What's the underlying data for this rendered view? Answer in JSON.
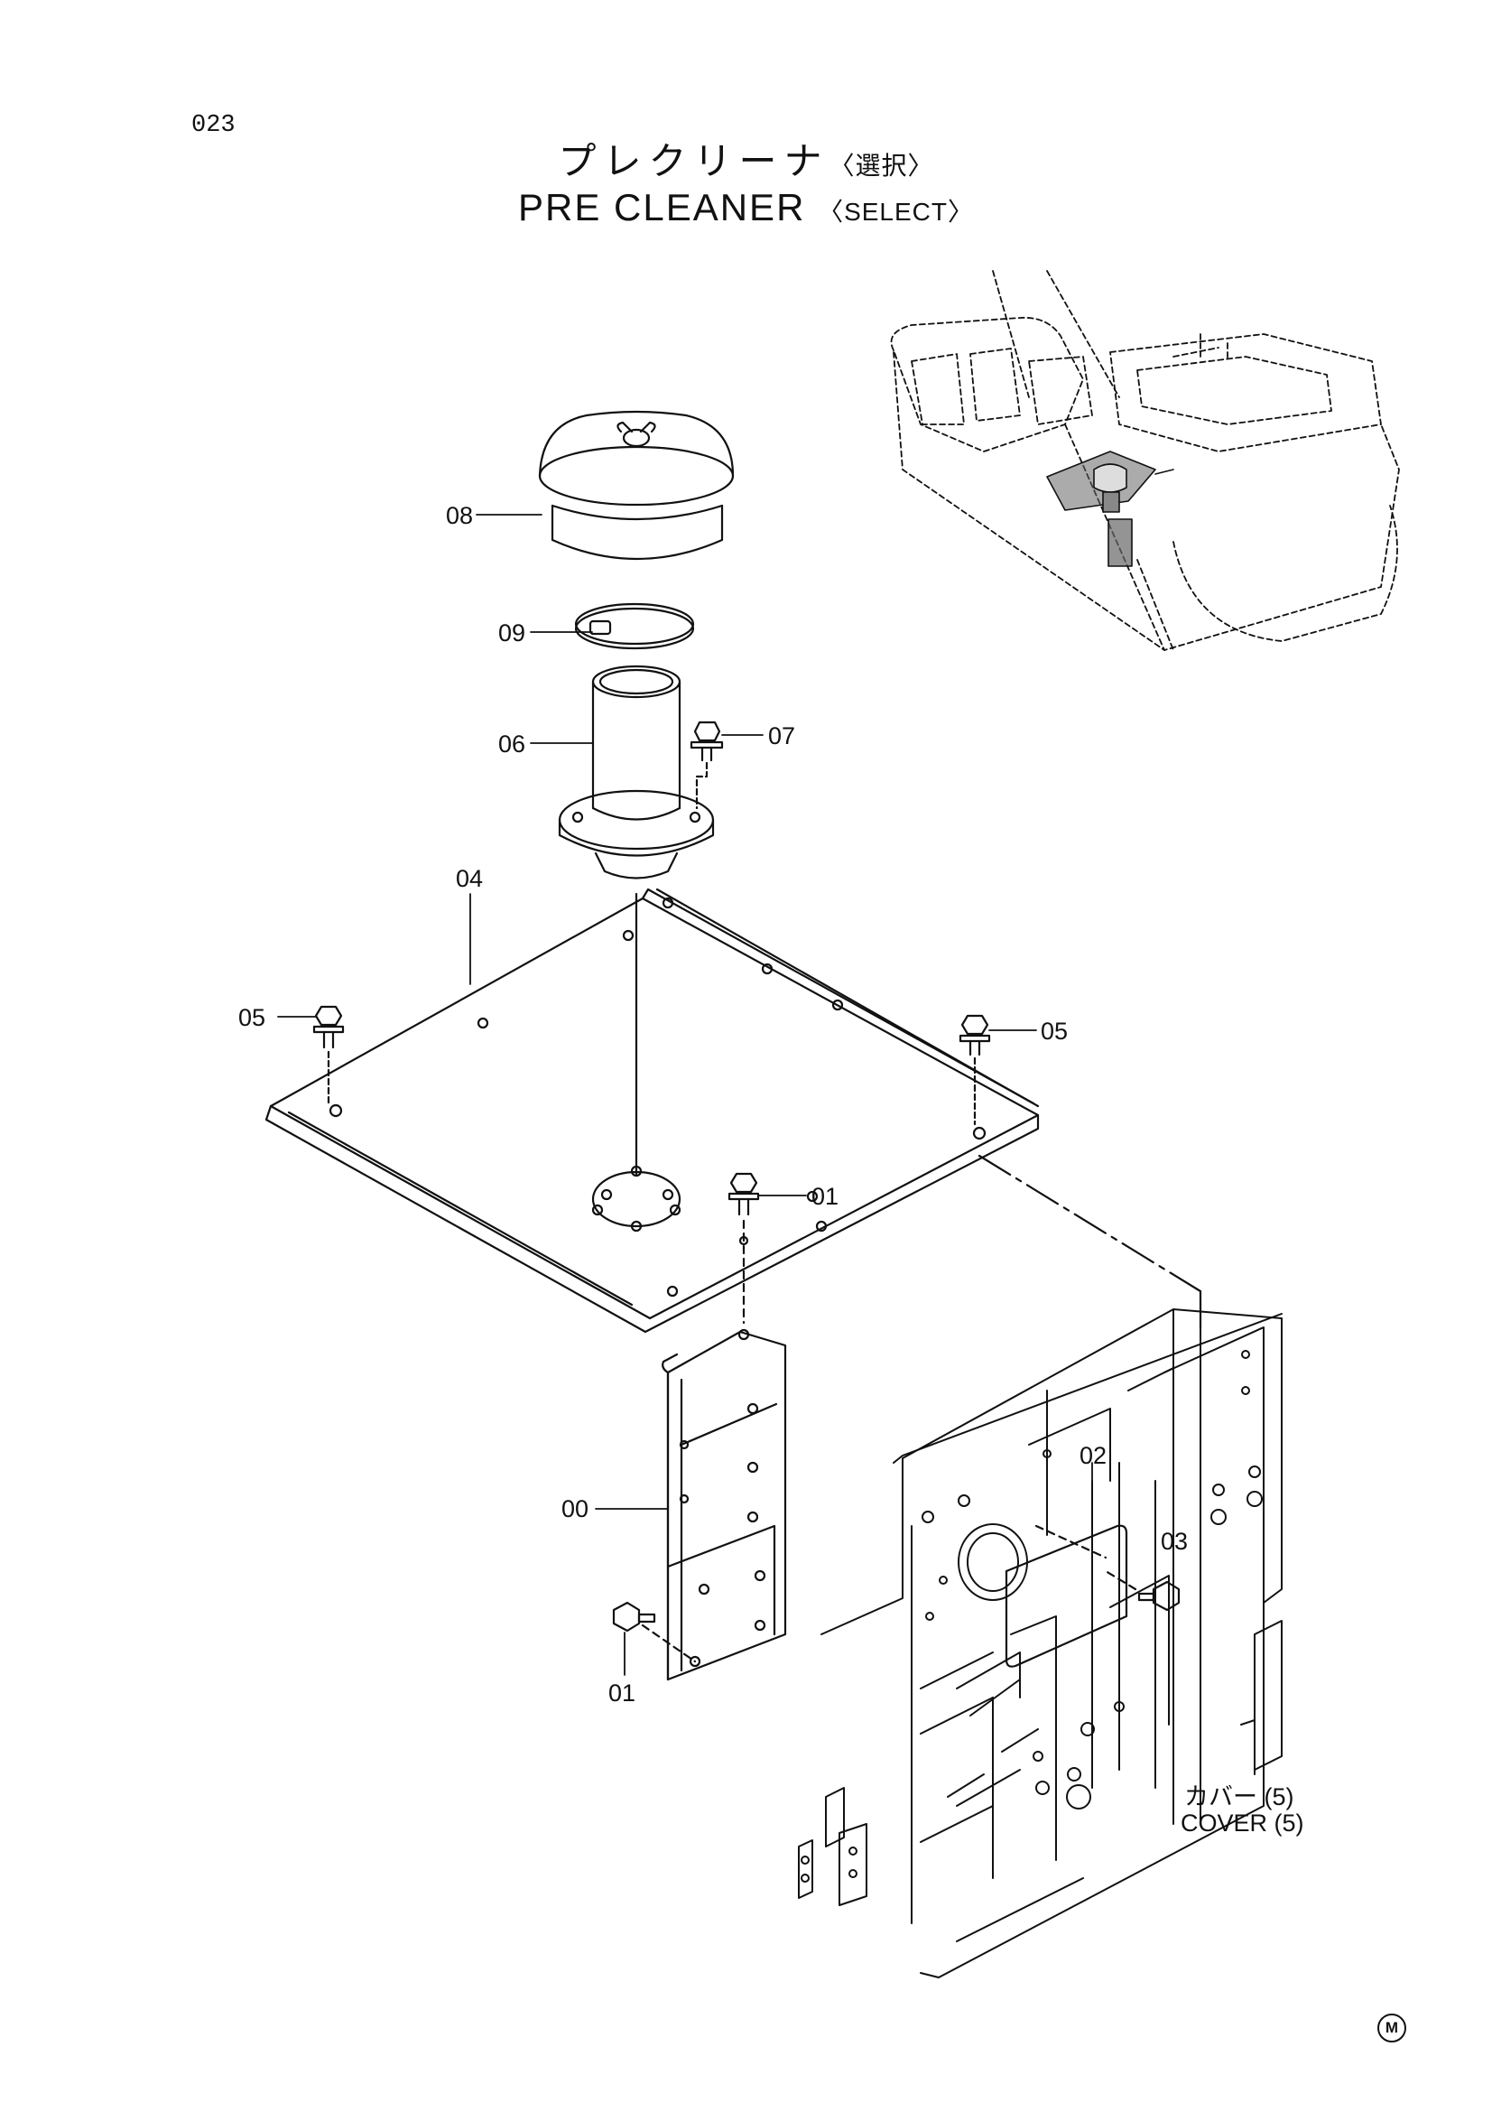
{
  "page": {
    "number": "023"
  },
  "title": {
    "jp": "プレクリーナ",
    "jp_note": "〈選択〉",
    "en": "PRE CLEANER",
    "en_note": "〈SELECT〉"
  },
  "callouts": [
    {
      "id": "c08",
      "label": "08"
    },
    {
      "id": "c09",
      "label": "09"
    },
    {
      "id": "c06",
      "label": "06"
    },
    {
      "id": "c07",
      "label": "07"
    },
    {
      "id": "c04",
      "label": "04"
    },
    {
      "id": "c05a",
      "label": "05"
    },
    {
      "id": "c05b",
      "label": "05"
    },
    {
      "id": "c01a",
      "label": "01"
    },
    {
      "id": "c00",
      "label": "00"
    },
    {
      "id": "c01b",
      "label": "01"
    },
    {
      "id": "c02",
      "label": "02"
    },
    {
      "id": "c03",
      "label": "03"
    }
  ],
  "reference": {
    "jp": "カバー (5)",
    "en": "COVER (5)"
  },
  "maker_mark": "M"
}
